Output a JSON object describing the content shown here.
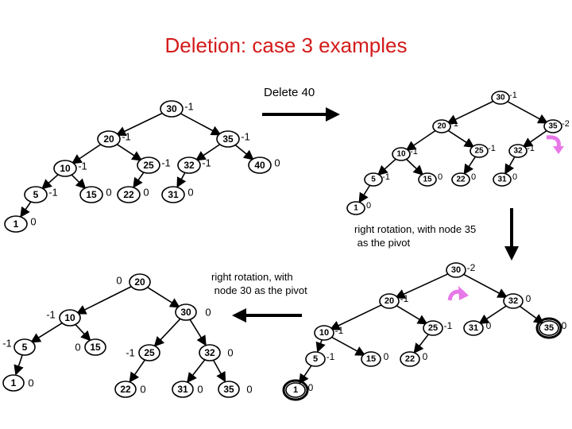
{
  "title": "Deletion: case 3 examples",
  "labels": {
    "delete": "Delete 40",
    "rot35": "right rotation, with node 35\n as the pivot",
    "rot30": "right rotation, with\n node 30 as the pivot"
  },
  "colors": {
    "title": "#d41b1b",
    "rotation_icon": "#e878e8"
  },
  "icons": [
    "arrow-right-icon",
    "arrow-down-icon",
    "arrow-left-icon",
    "rotation-icon"
  ],
  "trees": [
    {
      "name": "tree-1",
      "nodes": [
        {
          "id": "n30",
          "key": "30",
          "bal": "-1"
        },
        {
          "id": "n20",
          "key": "20",
          "bal": "-1"
        },
        {
          "id": "n35",
          "key": "35",
          "bal": "-1"
        },
        {
          "id": "n10",
          "key": "10",
          "bal": "-1"
        },
        {
          "id": "n25",
          "key": "25",
          "bal": "-1"
        },
        {
          "id": "n32",
          "key": "32",
          "bal": "-1"
        },
        {
          "id": "n40",
          "key": "40",
          "bal": "0"
        },
        {
          "id": "n5",
          "key": "5",
          "bal": "-1"
        },
        {
          "id": "n15",
          "key": "15",
          "bal": "0"
        },
        {
          "id": "n22",
          "key": "22",
          "bal": "0"
        },
        {
          "id": "n31",
          "key": "31",
          "bal": "0"
        },
        {
          "id": "n1",
          "key": "1",
          "bal": "0"
        }
      ],
      "edges": [
        [
          "n30",
          "n20"
        ],
        [
          "n30",
          "n35"
        ],
        [
          "n20",
          "n10"
        ],
        [
          "n20",
          "n25"
        ],
        [
          "n35",
          "n32"
        ],
        [
          "n35",
          "n40"
        ],
        [
          "n10",
          "n5"
        ],
        [
          "n10",
          "n15"
        ],
        [
          "n25",
          "n22"
        ],
        [
          "n32",
          "n31"
        ],
        [
          "n5",
          "n1"
        ]
      ]
    },
    {
      "name": "tree-2",
      "nodes": [
        {
          "id": "n30",
          "key": "30",
          "bal": "-1"
        },
        {
          "id": "n20",
          "key": "20",
          "bal": "-1"
        },
        {
          "id": "n35",
          "key": "35",
          "bal": "-2"
        },
        {
          "id": "n10",
          "key": "10",
          "bal": "-1"
        },
        {
          "id": "n25",
          "key": "25",
          "bal": "-1"
        },
        {
          "id": "n32",
          "key": "32",
          "bal": "-1"
        },
        {
          "id": "n5",
          "key": "5",
          "bal": "-1"
        },
        {
          "id": "n15",
          "key": "15",
          "bal": "0"
        },
        {
          "id": "n22",
          "key": "22",
          "bal": "0"
        },
        {
          "id": "n31",
          "key": "31",
          "bal": "0"
        },
        {
          "id": "n1",
          "key": "1",
          "bal": "0"
        }
      ],
      "edges": [
        [
          "n30",
          "n20"
        ],
        [
          "n30",
          "n35"
        ],
        [
          "n20",
          "n10"
        ],
        [
          "n20",
          "n25"
        ],
        [
          "n35",
          "n32"
        ],
        [
          "n10",
          "n5"
        ],
        [
          "n10",
          "n15"
        ],
        [
          "n25",
          "n22"
        ],
        [
          "n32",
          "n31"
        ],
        [
          "n5",
          "n1"
        ]
      ]
    },
    {
      "name": "tree-3",
      "nodes": [
        {
          "id": "n30",
          "key": "30",
          "bal": "-2"
        },
        {
          "id": "n20",
          "key": "20",
          "bal": "-1"
        },
        {
          "id": "n32",
          "key": "32",
          "bal": "0"
        },
        {
          "id": "n10",
          "key": "10",
          "bal": "-1"
        },
        {
          "id": "n25",
          "key": "25",
          "bal": "-1"
        },
        {
          "id": "n31",
          "key": "31",
          "bal": "0"
        },
        {
          "id": "n35",
          "key": "35",
          "bal": "0"
        },
        {
          "id": "n5",
          "key": "5",
          "bal": "-1"
        },
        {
          "id": "n15",
          "key": "15",
          "bal": "0"
        },
        {
          "id": "n22",
          "key": "22",
          "bal": "0"
        },
        {
          "id": "n1",
          "key": "1",
          "bal": "0"
        }
      ],
      "edges": [
        [
          "n30",
          "n20"
        ],
        [
          "n30",
          "n32"
        ],
        [
          "n20",
          "n10"
        ],
        [
          "n20",
          "n25"
        ],
        [
          "n32",
          "n31"
        ],
        [
          "n32",
          "n35"
        ],
        [
          "n10",
          "n5"
        ],
        [
          "n10",
          "n15"
        ],
        [
          "n25",
          "n22"
        ],
        [
          "n5",
          "n1"
        ]
      ]
    },
    {
      "name": "tree-4",
      "nodes": [
        {
          "id": "n20",
          "key": "20",
          "bal": "0"
        },
        {
          "id": "n10",
          "key": "10",
          "bal": "-1"
        },
        {
          "id": "n30",
          "key": "30",
          "bal": "0"
        },
        {
          "id": "n5",
          "key": "5",
          "bal": "-1"
        },
        {
          "id": "n15",
          "key": "15",
          "bal": "0"
        },
        {
          "id": "n25",
          "key": "25",
          "bal": "-1"
        },
        {
          "id": "n32",
          "key": "32",
          "bal": "0"
        },
        {
          "id": "n1",
          "key": "1",
          "bal": "0"
        },
        {
          "id": "n22",
          "key": "22",
          "bal": "0"
        },
        {
          "id": "n31",
          "key": "31",
          "bal": "0"
        },
        {
          "id": "n35",
          "key": "35",
          "bal": "0"
        }
      ],
      "edges": [
        [
          "n20",
          "n10"
        ],
        [
          "n20",
          "n30"
        ],
        [
          "n10",
          "n5"
        ],
        [
          "n10",
          "n15"
        ],
        [
          "n30",
          "n25"
        ],
        [
          "n30",
          "n32"
        ],
        [
          "n5",
          "n1"
        ],
        [
          "n25",
          "n22"
        ],
        [
          "n32",
          "n31"
        ],
        [
          "n32",
          "n35"
        ]
      ]
    }
  ]
}
